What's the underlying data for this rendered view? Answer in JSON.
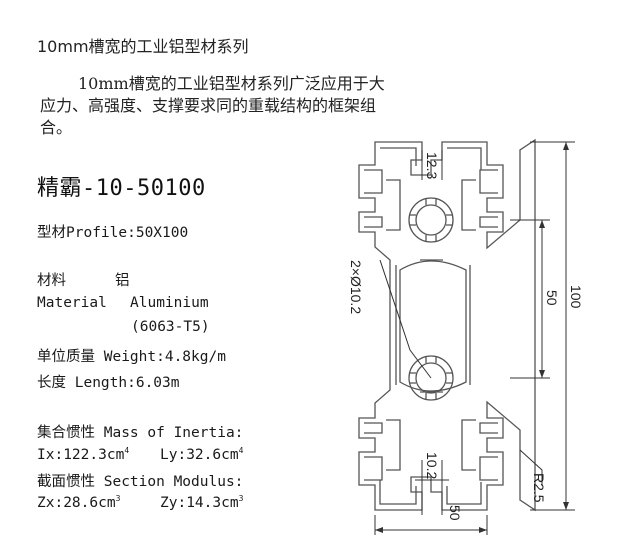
{
  "heading": "10mm槽宽的工业铝型材系列",
  "intro": "10mm槽宽的工业铝型材系列广泛应用于大应力、高强度、支撑要求同的重载结构的框架组合。",
  "model": "精霸-10-50100",
  "profile": "型材Profile:50X100",
  "material": {
    "label_cn": "材料",
    "value_cn": "铝",
    "label_en": "Material",
    "value_en": "Aluminium",
    "grade": "(6063-T5)"
  },
  "weight": "单位质量 Weight:4.8kg/m",
  "length": "长度 Length:6.03m",
  "inertia": {
    "title": "集合惯性 Mass of Inertia:",
    "ix": "Ix:122.3cm",
    "ix_exp": "4",
    "ly": "Ly:32.6cm",
    "ly_exp": "4"
  },
  "section": {
    "title": "截面惯性 Section Modulus:",
    "zx": "Zx:28.6cm",
    "zx_exp": "3",
    "zy": "Zy:14.3cm",
    "zy_exp": "3"
  },
  "drawing": {
    "dim_slot_top": "12.3",
    "dim_hole": "2×Ø10.2",
    "dim_inner": "50",
    "dim_total": "100",
    "dim_slot_bottom": "10.2",
    "dim_width": "50",
    "dim_radius": "R2.5"
  }
}
